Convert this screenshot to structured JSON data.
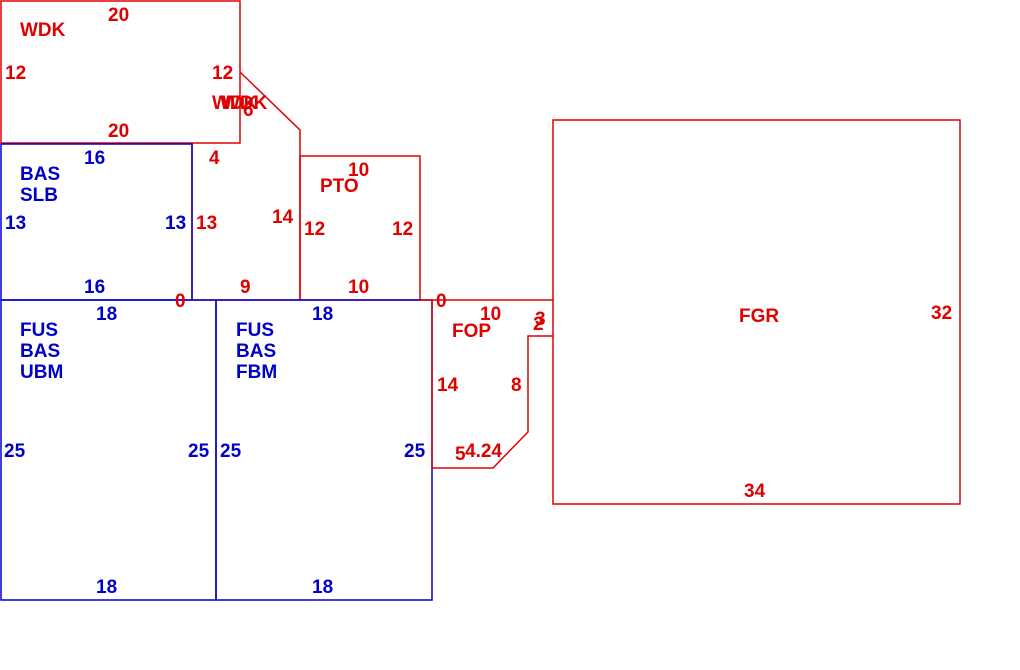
{
  "colors": {
    "red": "#e00000",
    "blue": "#0000cc",
    "background": "#ffffff"
  },
  "areas": {
    "wdk_top": {
      "label": "WDK",
      "top": "20",
      "bottom": "20",
      "left": "12",
      "right": "12"
    },
    "wdk_small": {
      "label": "WDK",
      "overlap": "6",
      "left": "4",
      "right": "14",
      "bottom": "9"
    },
    "wdk_mid_left": "13",
    "bas_slb": {
      "label_line1": "BAS",
      "label_line2": "SLB",
      "top": "16",
      "bottom": "16",
      "left": "13",
      "right": "13"
    },
    "pto": {
      "label": "PTO",
      "top": "10",
      "bottom": "10",
      "left": "12",
      "right": "12"
    },
    "zero_left": "0",
    "zero_right": "0",
    "fus_bas_ubm": {
      "label_line1": "FUS",
      "label_line2": "BAS",
      "label_line3": "UBM",
      "top": "18",
      "bottom": "18",
      "left": "25",
      "right": "25"
    },
    "fus_bas_fbm": {
      "label_line1": "FUS",
      "label_line2": "BAS",
      "label_line3": "FBM",
      "top": "18",
      "bottom": "18",
      "left": "25",
      "right": "25"
    },
    "fop": {
      "label": "FOP",
      "top": "10",
      "left": "14",
      "right": "8",
      "bottom": "5",
      "diagonal": "4.24",
      "step_a": "3",
      "step_b": "2"
    },
    "fgr": {
      "label": "FGR",
      "right": "32",
      "bottom": "34"
    }
  }
}
